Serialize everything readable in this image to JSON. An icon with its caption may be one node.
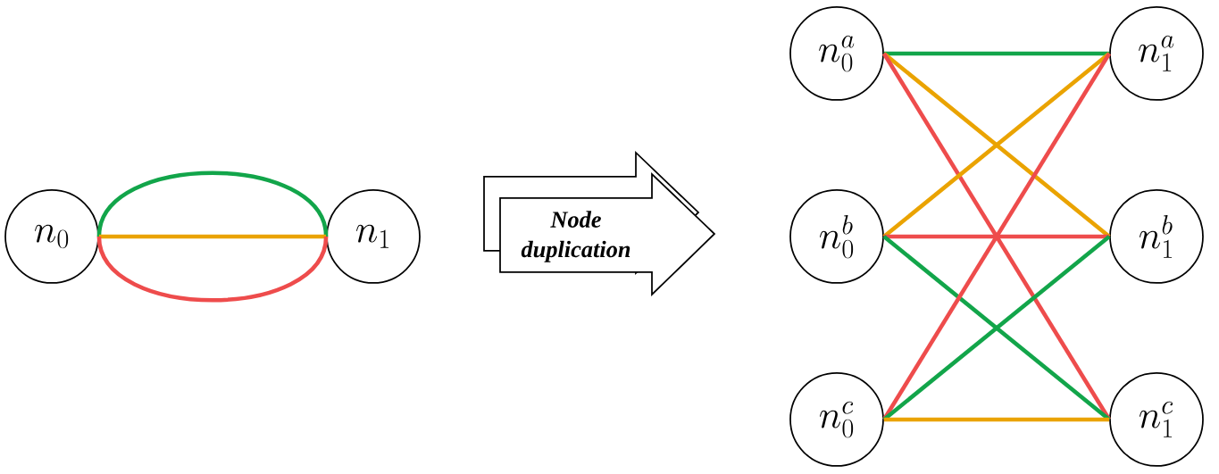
{
  "diagram": {
    "nodes": [
      {
        "text": [
          "n_0"
        ]
      },
      {
        "text": [
          "n_1"
        ]
      },
      {
        "text": [
          "Node duplication"
        ]
      },
      {
        "text": [
          "n_0^a"
        ]
      },
      {
        "text": [
          "n_1^a"
        ]
      },
      {
        "text": [
          "n_0^b"
        ]
      },
      {
        "text": [
          "n_1^b"
        ]
      },
      {
        "text": [
          "n_0^c"
        ]
      },
      {
        "text": [
          "n_1^c"
        ]
      }
    ],
    "edges": [
      {
        "from": 0,
        "to": 1,
        "arrow": "none",
        "color": "#12a54a"
      },
      {
        "from": 0,
        "to": 1,
        "arrow": "none",
        "color": "#eaa300"
      },
      {
        "from": 0,
        "to": 1,
        "arrow": "none",
        "color": "#ee4c4c"
      },
      {
        "from": 3,
        "to": 4,
        "arrow": "none",
        "color": "#12a54a"
      },
      {
        "from": 3,
        "to": 6,
        "arrow": "none",
        "color": "#eaa300"
      },
      {
        "from": 3,
        "to": 8,
        "arrow": "none",
        "color": "#ee4c4c"
      },
      {
        "from": 5,
        "to": 4,
        "arrow": "none",
        "color": "#eaa300"
      },
      {
        "from": 5,
        "to": 6,
        "arrow": "none",
        "color": "#ee4c4c"
      },
      {
        "from": 5,
        "to": 8,
        "arrow": "none",
        "color": "#12a54a"
      },
      {
        "from": 7,
        "to": 4,
        "arrow": "none",
        "color": "#ee4c4c"
      },
      {
        "from": 7,
        "to": 6,
        "arrow": "none",
        "color": "#12a54a"
      },
      {
        "from": 7,
        "to": 8,
        "arrow": "none",
        "color": "#eaa300"
      }
    ]
  }
}
